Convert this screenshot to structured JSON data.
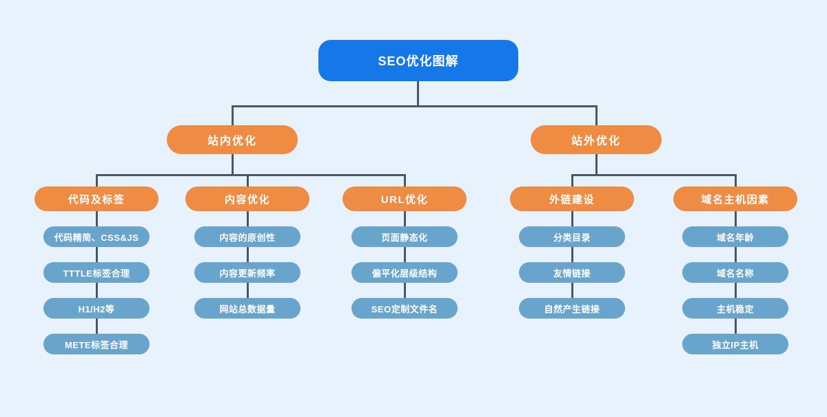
{
  "diagram": {
    "title": "SEO优化图解",
    "type": "org-chart",
    "colors": {
      "background": "#e7f2fc",
      "root_node": "#1677e8",
      "branch_node": "#ef8c44",
      "leaf_node": "#68a4cc",
      "connector": "#45586b",
      "text": "#ffffff"
    },
    "tree": {
      "root": "SEO优化图解",
      "branches": [
        {
          "label": "站内优化",
          "groups": [
            {
              "label": "代码及标签",
              "items": [
                "代码精简、CSS&JS",
                "TTTLE标签合理",
                "H1/H2等",
                "METE标签合理"
              ]
            },
            {
              "label": "内容优化",
              "items": [
                "内容的原创性",
                "内容更新频率",
                "网站总数据量"
              ]
            },
            {
              "label": "URL优化",
              "items": [
                "页面静态化",
                "偏平化层级结构",
                "SEO定制文件名"
              ]
            }
          ]
        },
        {
          "label": "站外优化",
          "groups": [
            {
              "label": "外链建设",
              "items": [
                "分类目录",
                "友情链接",
                "自然产生链接"
              ]
            },
            {
              "label": "域名主机因素",
              "items": [
                "域名年龄",
                "域名名称",
                "主机稳定",
                "独立IP主机"
              ]
            }
          ]
        }
      ]
    }
  }
}
